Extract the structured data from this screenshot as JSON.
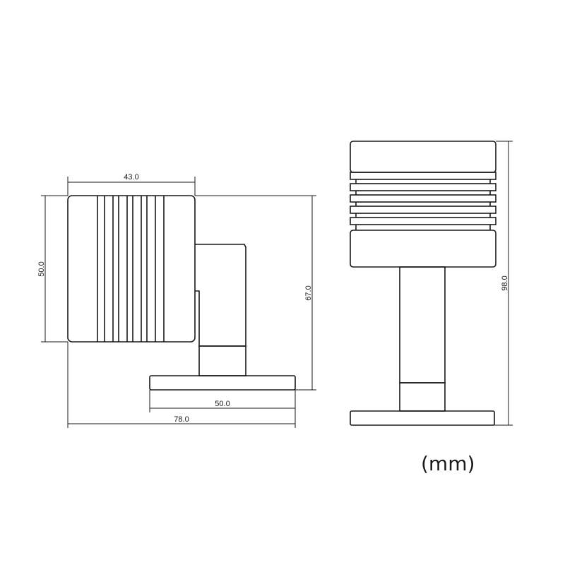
{
  "dimensions": {
    "head_width": "43.0",
    "head_height": "50.0",
    "side_height": "67.0",
    "base_width": "50.0",
    "total_depth": "78.0",
    "total_height": "98.0"
  },
  "unit": "(mm)"
}
